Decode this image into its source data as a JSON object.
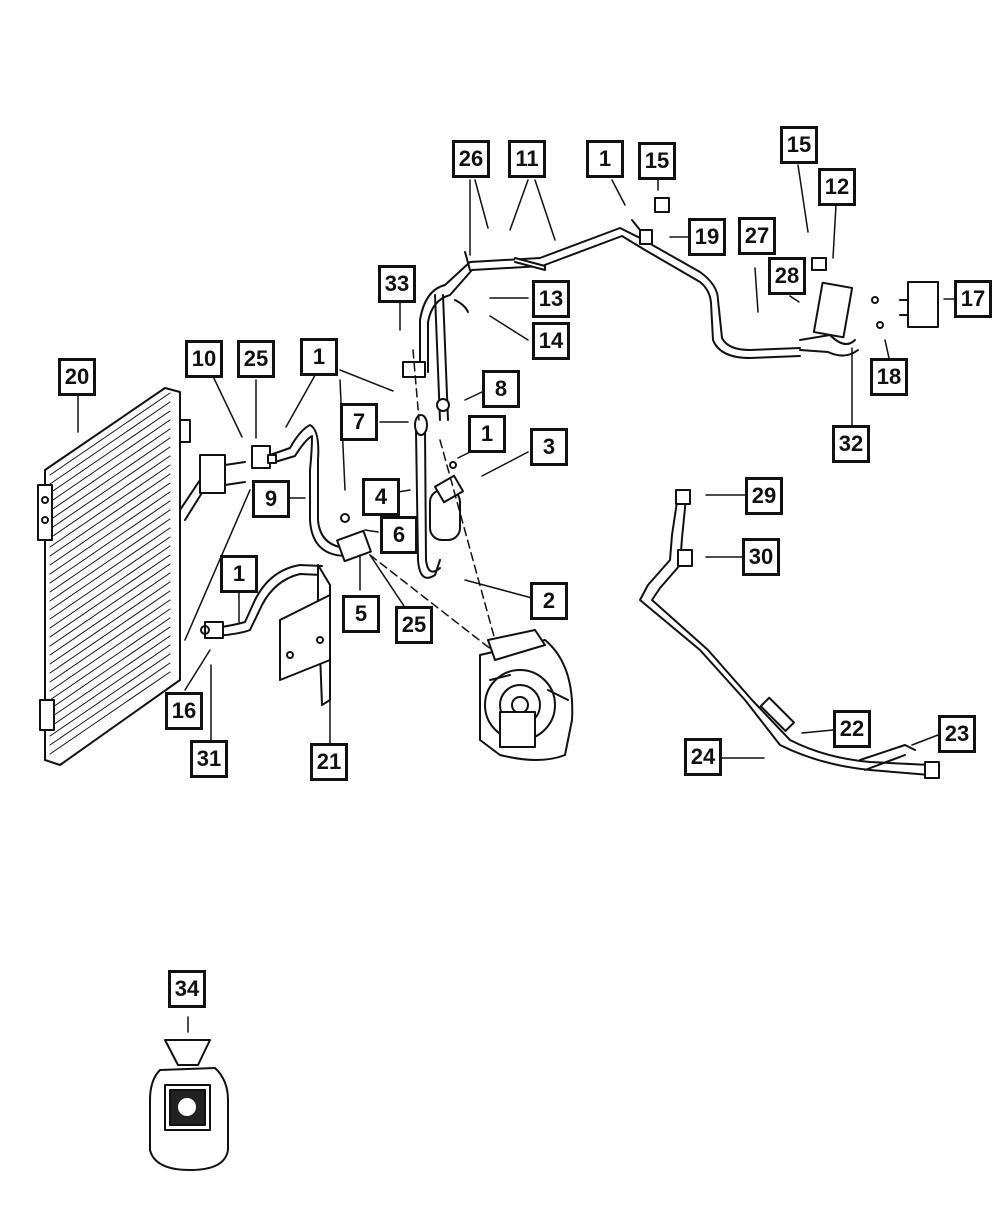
{
  "callouts": {
    "c1a": "1",
    "c1b": "1",
    "c1c": "1",
    "c1d": "1",
    "c2": "2",
    "c3": "3",
    "c4": "4",
    "c5": "5",
    "c6": "6",
    "c7": "7",
    "c8": "8",
    "c9": "9",
    "c10": "10",
    "c11": "11",
    "c12": "12",
    "c13": "13",
    "c14": "14",
    "c15a": "15",
    "c15b": "15",
    "c16": "16",
    "c17": "17",
    "c18": "18",
    "c19": "19",
    "c20": "20",
    "c21": "21",
    "c22": "22",
    "c23": "23",
    "c24": "24",
    "c25a": "25",
    "c25b": "25",
    "c26": "26",
    "c27": "27",
    "c28": "28",
    "c29": "29",
    "c30": "30",
    "c31": "31",
    "c32": "32",
    "c33": "33",
    "c34": "34"
  },
  "colors": {
    "line": "#111111",
    "background": "#ffffff",
    "gray": "#888888"
  },
  "icons": [
    "condenser",
    "compressor",
    "accumulator",
    "expansion-valve",
    "refrigerant-can",
    "ac-hose"
  ]
}
